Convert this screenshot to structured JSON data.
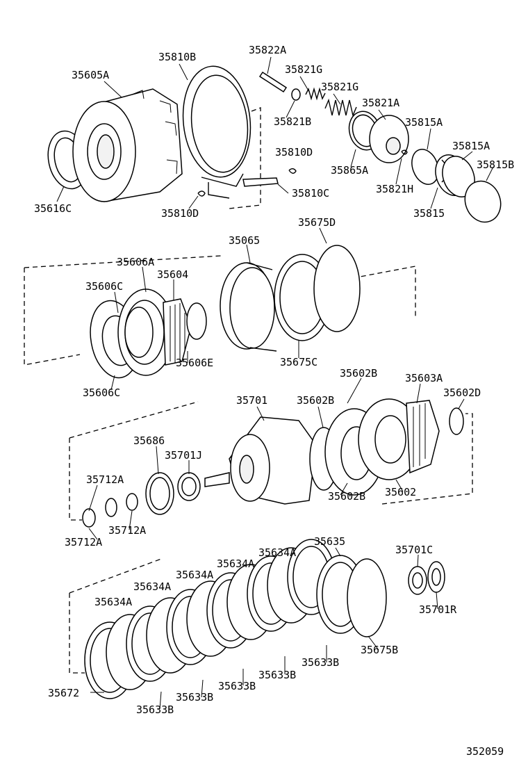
{
  "drawing_number": "352059",
  "labels": {
    "l35810B": "35810B",
    "l35822A": "35822A",
    "l35605A": "35605A",
    "l35821G_1": "35821G",
    "l35821G_2": "35821G",
    "l35821B": "35821B",
    "l35821A": "35821A",
    "l35815A_1": "35815A",
    "l35815A_2": "35815A",
    "l35815B": "35815B",
    "l35810D_1": "35810D",
    "l35865A": "35865A",
    "l35821H": "35821H",
    "l35616C": "35616C",
    "l35810C": "35810C",
    "l35815": "35815",
    "l35810D_2": "35810D",
    "l35675D": "35675D",
    "l35065": "35065",
    "l35606A": "35606A",
    "l35604": "35604",
    "l35606C_1": "35606C",
    "l35606E": "35606E",
    "l35675C": "35675C",
    "l35606C_2": "35606C",
    "l35602B_1": "35602B",
    "l35603A": "35603A",
    "l35701": "35701",
    "l35602B_2": "35602B",
    "l35602D": "35602D",
    "l35686": "35686",
    "l35701J": "35701J",
    "l35712A_1": "35712A",
    "l35712A_2": "35712A",
    "l35712A_3": "35712A",
    "l35602B_3": "35602B",
    "l35602": "35602",
    "l35635": "35635",
    "l35701C": "35701C",
    "l35634A_1": "35634A",
    "l35634A_2": "35634A",
    "l35634A_3": "35634A",
    "l35634A_4": "35634A",
    "l35634A_5": "35634A",
    "l35701R": "35701R",
    "l35633B_1": "35633B",
    "l35633B_2": "35633B",
    "l35633B_3": "35633B",
    "l35633B_4": "35633B",
    "l35633B_5": "35633B",
    "l35675B": "35675B",
    "l35672": "35672"
  }
}
